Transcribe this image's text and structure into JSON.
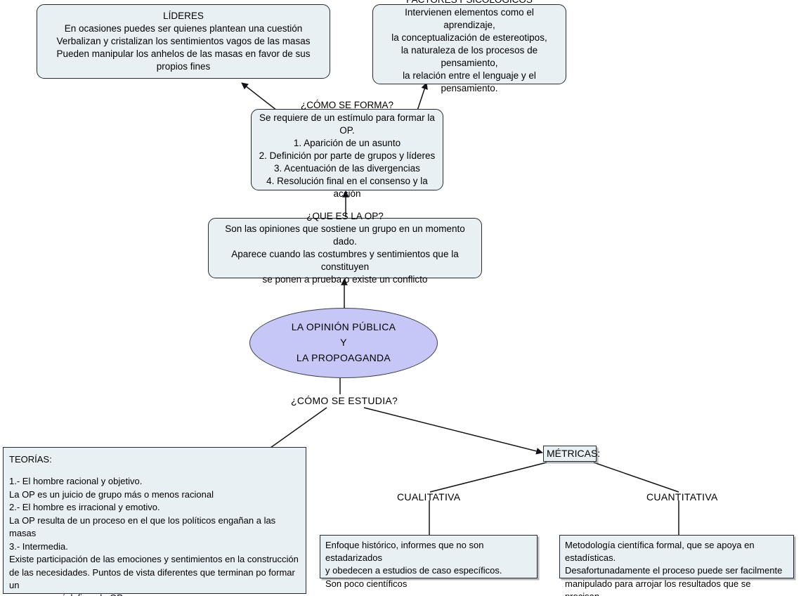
{
  "diagram": {
    "title": "LA OPINIÓN PÚBLICA Y LA PROPOAGANDA",
    "type": "concept-map",
    "colors": {
      "node_fill": "#e9f0f3",
      "node_border": "#262b33",
      "root_fill": "#c6c6f7",
      "root_border": "#3a3f4a",
      "background": "#ffffff"
    }
  },
  "nodes": {
    "lideres": {
      "id": "lideres",
      "heading": "LÍDERES",
      "body": "En ocasiones puedes ser quienes plantean una cuestión\nVerbalizan y cristalizan los sentimientos vagos de las masas\nPueden manipular los anhelos de las masas en favor de sus propios fines"
    },
    "factores": {
      "id": "factores",
      "heading": "FACTORES PSICOLÓGICOS",
      "body": "Intervienen elementos como el aprendizaje,\nla conceptualización de estereotipos,\nla naturaleza de los procesos de pensamiento,\nla relación entre el lenguaje y el pensamiento."
    },
    "como_se_forma": {
      "id": "como_se_forma",
      "heading": "¿CÓMO SE FORMA?",
      "body": "Se requiere de un estímulo para formar la OP.\n1. Aparición de un asunto\n2. Definición por parte de grupos y líderes\n3. Acentuación de las divergencias\n4. Resolución final en el consenso y la acción"
    },
    "que_es_la_op": {
      "id": "que_es_la_op",
      "heading": "¿QUE ES LA OP?",
      "body": "Son las opiniones que sostiene un grupo en un momento dado.\nAparece cuando las costumbres y sentimientos  que la constituyen\nse ponen a prueba o existe un conflicto"
    },
    "root": {
      "id": "root",
      "text": "LA OPINIÓN PÚBLICA\nY\nLA PROPOAGANDA"
    },
    "teorias": {
      "id": "teorias",
      "heading": "TEORÍAS:",
      "body": "1.- El hombre racional y objetivo.\n    La OP es un juicio de grupo más o menos racional\n2.- El hombre es irracional y emotivo.\n    La OP resulta de un proceso en el que los políticos engañan a las masas\n3.- Intermedia.\n    Existe participación de las emociones y sentimientos en la construcción\n    de las necesidades. Puntos de vista diferentes que terminan po formar un\n    conceso y así definen la OP."
    },
    "metricas": {
      "id": "metricas",
      "label": "MÉTRICAS:"
    },
    "cualitativa_box": {
      "id": "cualitativa_box",
      "body": "Enfoque histórico, informes que no son estadarizados\ny obedecen a estudios de caso específicos.\nSon poco científicos"
    },
    "cuantitativa_box": {
      "id": "cuantitativa_box",
      "body": "Metodología científica formal, que se apoya en estadísticas.\nDesafortunadamente el proceso puede ser facilmente\nmanipulado para arrojar los resultados que se precisan."
    }
  },
  "link_labels": {
    "como_se_estudia": "¿CÓMO SE ESTUDIA?",
    "cualitativa": "CUALITATIVA",
    "cuantitativa": "CUANTITATIVA"
  },
  "edges": [
    {
      "from": "como_se_forma",
      "to": "lideres",
      "arrow": true
    },
    {
      "from": "como_se_forma",
      "to": "factores",
      "arrow": true
    },
    {
      "from": "que_es_la_op",
      "to": "como_se_forma",
      "arrow": true
    },
    {
      "from": "root",
      "to": "que_es_la_op",
      "arrow": true
    },
    {
      "from": "root",
      "to": "teorias",
      "arrow": false,
      "label": "¿CÓMO SE ESTUDIA?"
    },
    {
      "from": "root",
      "to": "metricas",
      "arrow": true,
      "label": "¿CÓMO SE ESTUDIA?"
    },
    {
      "from": "metricas",
      "to": "cualitativa_box",
      "arrow": false,
      "label": "CUALITATIVA"
    },
    {
      "from": "metricas",
      "to": "cuantitativa_box",
      "arrow": false,
      "label": "CUANTITATIVA"
    }
  ]
}
